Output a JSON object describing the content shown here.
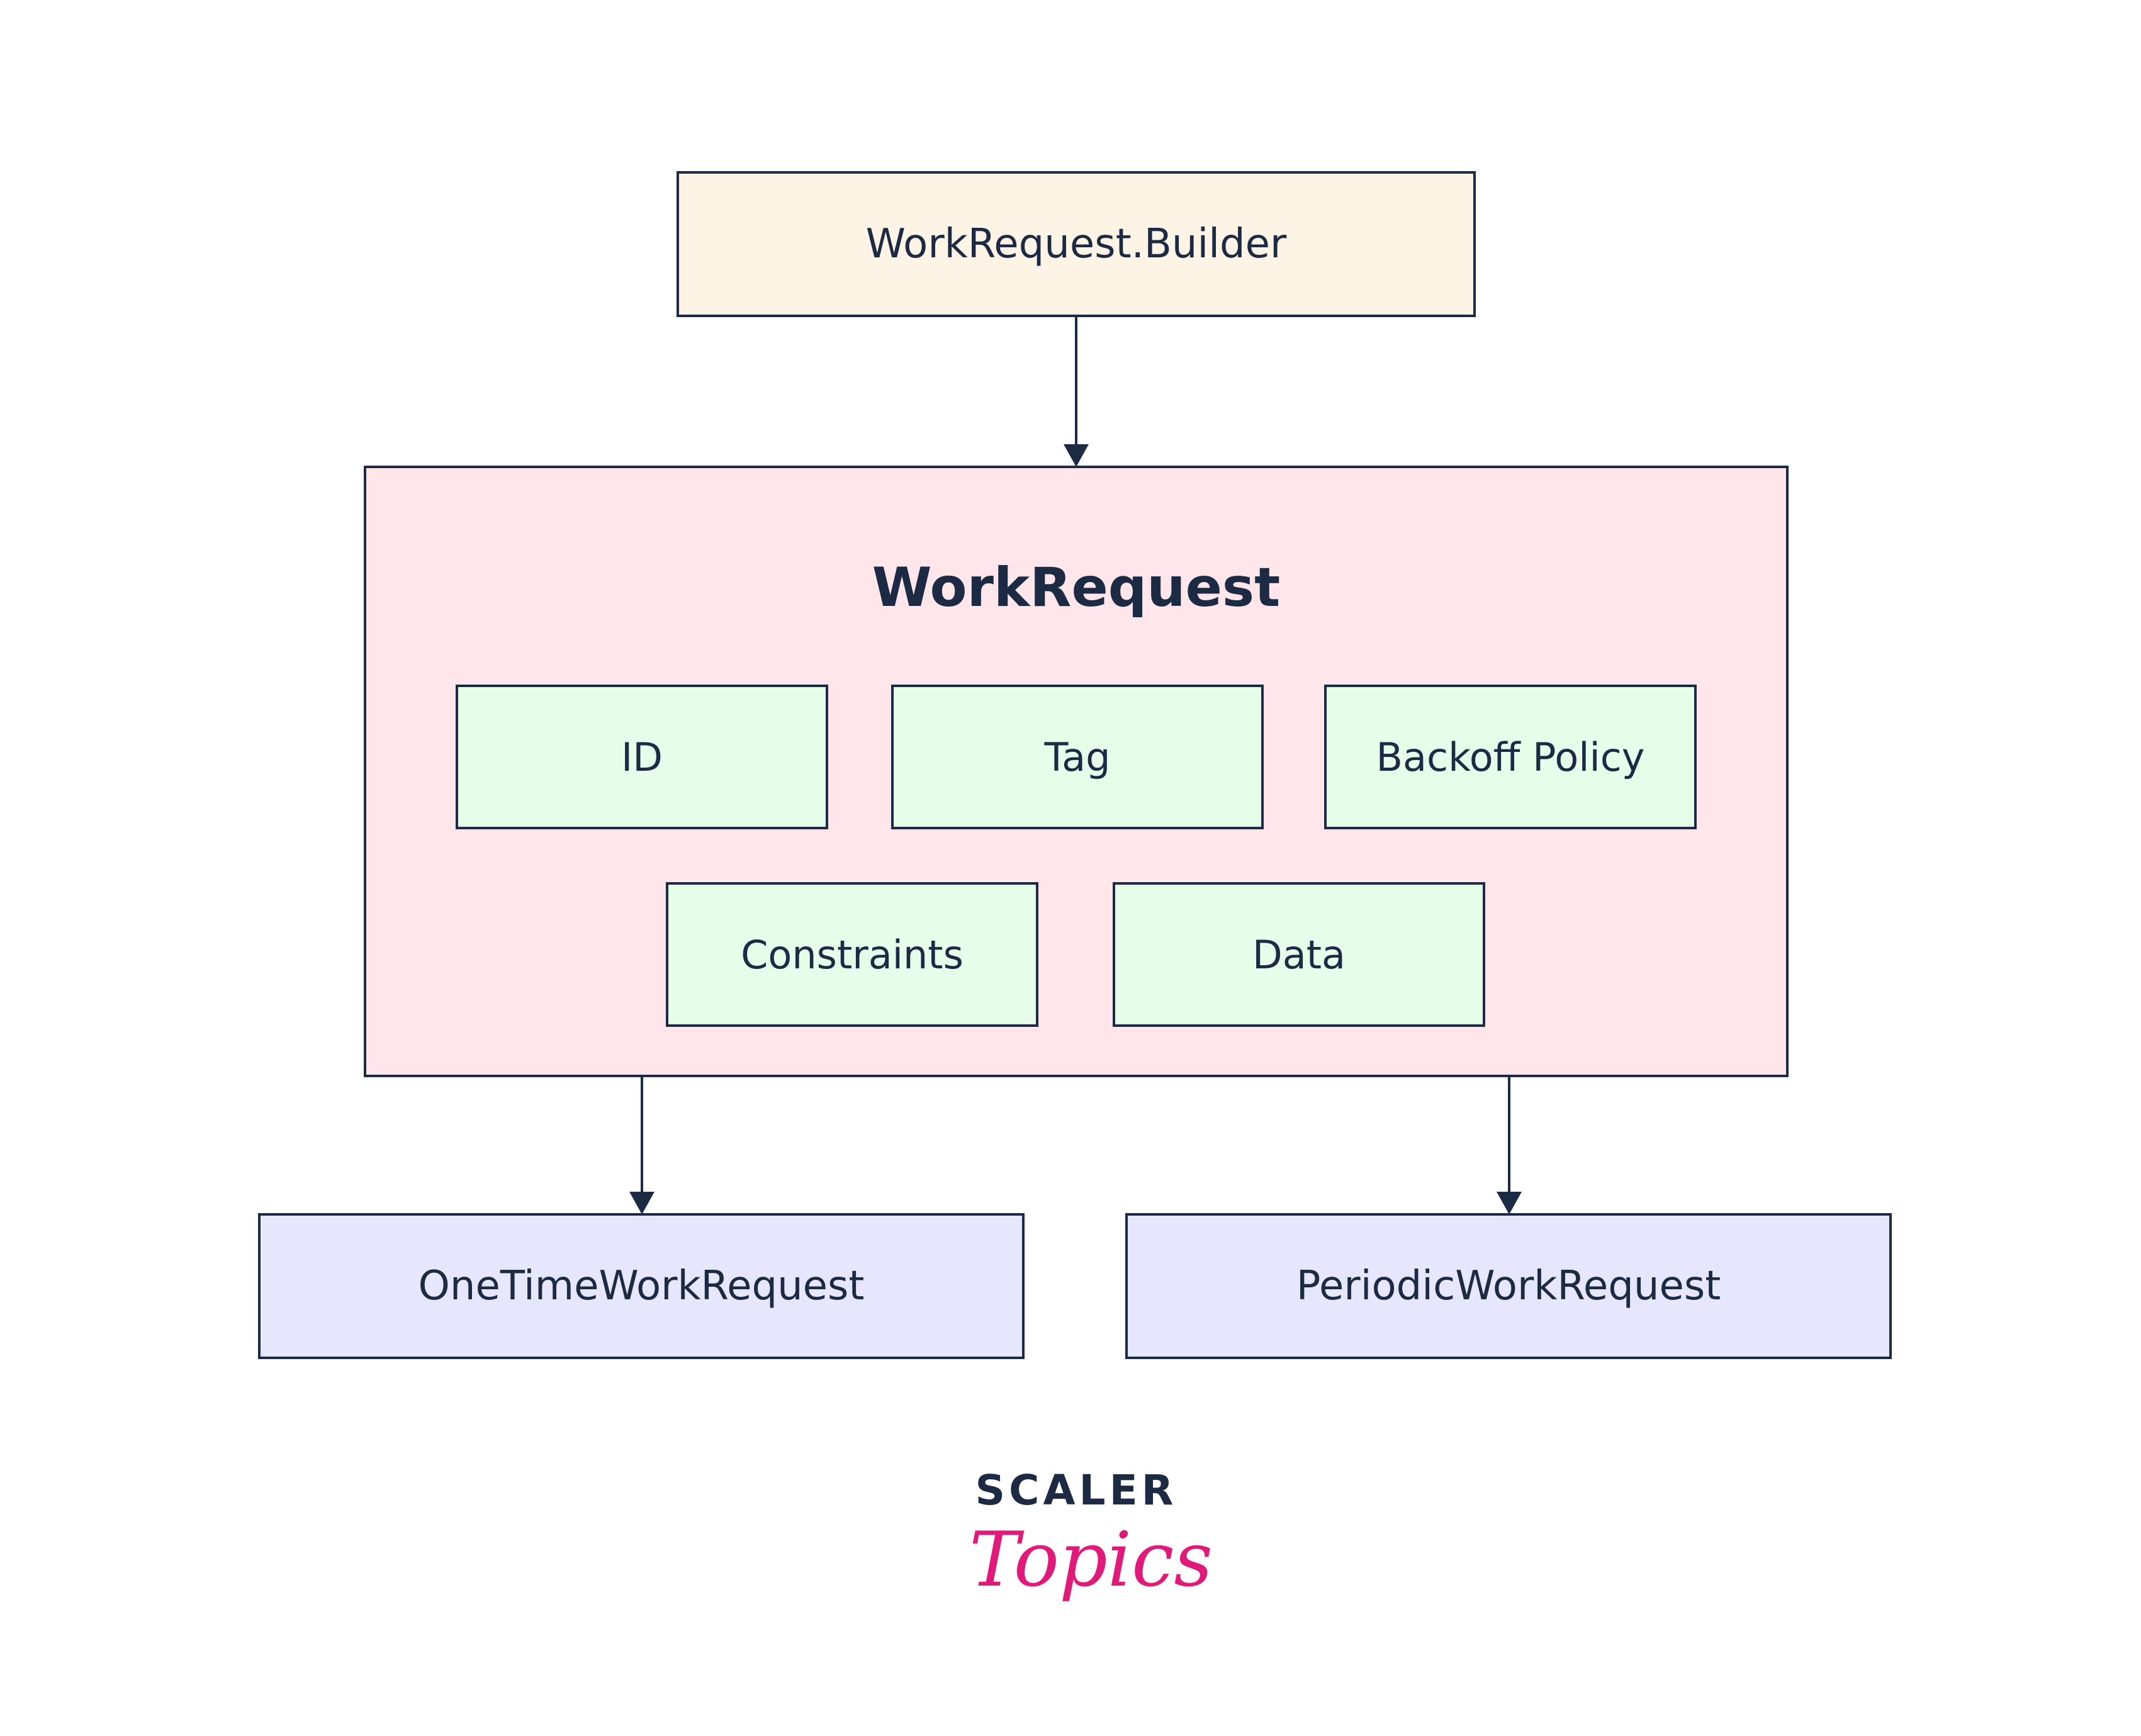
{
  "diagram": {
    "builder": "WorkRequest.Builder",
    "work_request": {
      "title": "WorkRequest",
      "properties": {
        "id": "ID",
        "tag": "Tag",
        "backoff_policy": "Backoff Policy",
        "constraints": "Constraints",
        "data": "Data"
      }
    },
    "subtypes": {
      "one_time": "OneTimeWorkRequest",
      "periodic": "PeriodicWorkRequest"
    },
    "edges": [
      {
        "from": "WorkRequest.Builder",
        "to": "WorkRequest"
      },
      {
        "from": "WorkRequest",
        "to": "OneTimeWorkRequest"
      },
      {
        "from": "WorkRequest",
        "to": "PeriodicWorkRequest"
      }
    ]
  },
  "logo": {
    "top": "SCALER",
    "bottom": "Topics"
  },
  "colors": {
    "ink": "#1c2a44",
    "builder_fill": "#fef4e6",
    "workrequest_fill": "#ffe6ea",
    "property_fill": "#e6fde9",
    "subtype_fill": "#e6e6fc",
    "logo_accent": "#e0197a"
  }
}
